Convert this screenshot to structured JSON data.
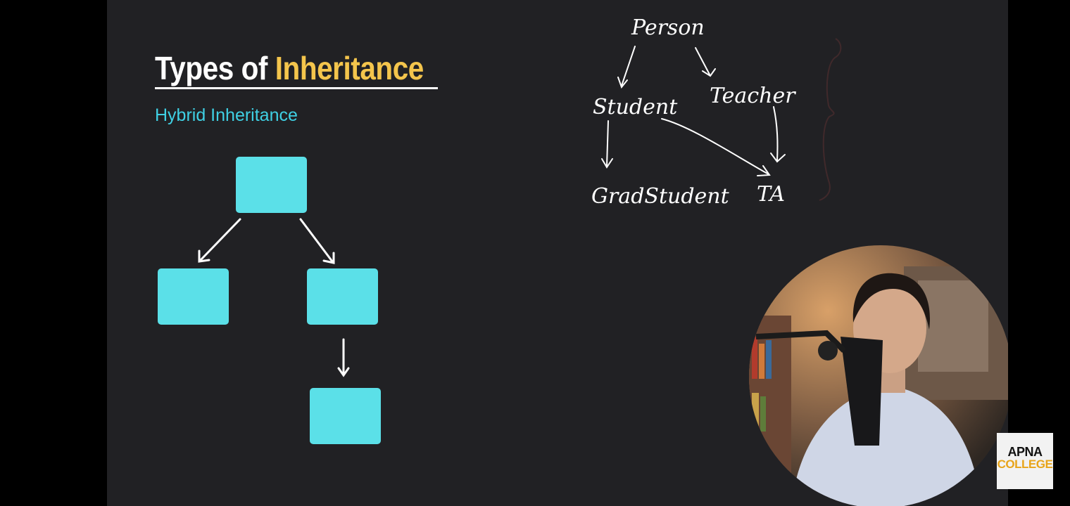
{
  "slide": {
    "title_part1": "Types of",
    "title_part2": "Inheritance",
    "subtitle": "Hybrid Inheritance",
    "colors": {
      "background": "#212124",
      "accent": "#f4c54c",
      "subtitle": "#3fd0e4",
      "box": "#5be0e8"
    }
  },
  "sketch": {
    "nodes": [
      "Person",
      "Student",
      "Teacher",
      "GradStudent",
      "TA"
    ]
  },
  "logo": {
    "line1": "APNA",
    "line2": "COLLEGE"
  }
}
